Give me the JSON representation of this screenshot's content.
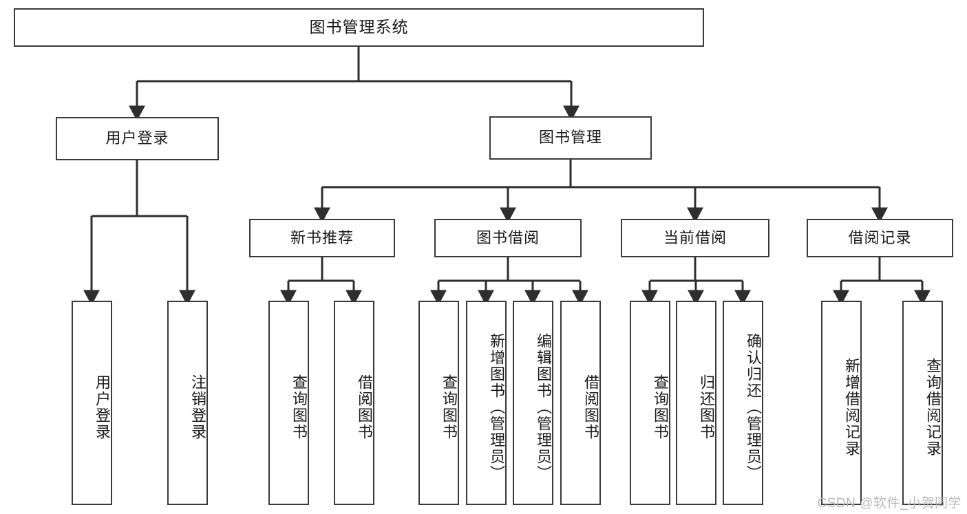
{
  "diagram": {
    "title": "图书管理系统",
    "type": "tree-hierarchy-diagram",
    "watermark": "CSDN @软件_小贺同学",
    "colors": {
      "box_border": "#3a3a3a",
      "box_fill": "#ffffff",
      "connector": "#2e2e2e",
      "text": "#1a1a1a",
      "watermark": "#b9b9b9"
    },
    "nodes": {
      "root": {
        "label": "图书管理系统"
      },
      "level1": [
        {
          "id": "user-login",
          "label": "用户登录"
        },
        {
          "id": "book-management",
          "label": "图书管理"
        }
      ],
      "level2": [
        {
          "id": "new-book-recommend",
          "label": "新书推荐"
        },
        {
          "id": "book-borrow",
          "label": "图书借阅"
        },
        {
          "id": "current-borrow",
          "label": "当前借阅"
        },
        {
          "id": "borrow-record",
          "label": "借阅记录"
        }
      ],
      "leaves": {
        "user-login": [
          {
            "id": "leaf-user-login",
            "label": "用户登录"
          },
          {
            "id": "leaf-logout-login",
            "label": "注销登录"
          }
        ],
        "new-book-recommend": [
          {
            "id": "leaf-query-book-1",
            "label": "查询图书"
          },
          {
            "id": "leaf-borrow-book-1",
            "label": "借阅图书"
          }
        ],
        "book-borrow": [
          {
            "id": "leaf-query-book-2",
            "label": "查询图书"
          },
          {
            "id": "leaf-add-book",
            "label": "新增图书（管理员）"
          },
          {
            "id": "leaf-edit-book",
            "label": "编辑图书（管理员）"
          },
          {
            "id": "leaf-borrow-book-2",
            "label": "借阅图书"
          }
        ],
        "current-borrow": [
          {
            "id": "leaf-query-book-3",
            "label": "查询图书"
          },
          {
            "id": "leaf-return-book",
            "label": "归还图书"
          },
          {
            "id": "leaf-confirm-return",
            "label": "确认归还（管理员）"
          }
        ],
        "borrow-record": [
          {
            "id": "leaf-add-record",
            "label": "新增借阅记录"
          },
          {
            "id": "leaf-query-record",
            "label": "查询借阅记录"
          }
        ]
      }
    }
  }
}
